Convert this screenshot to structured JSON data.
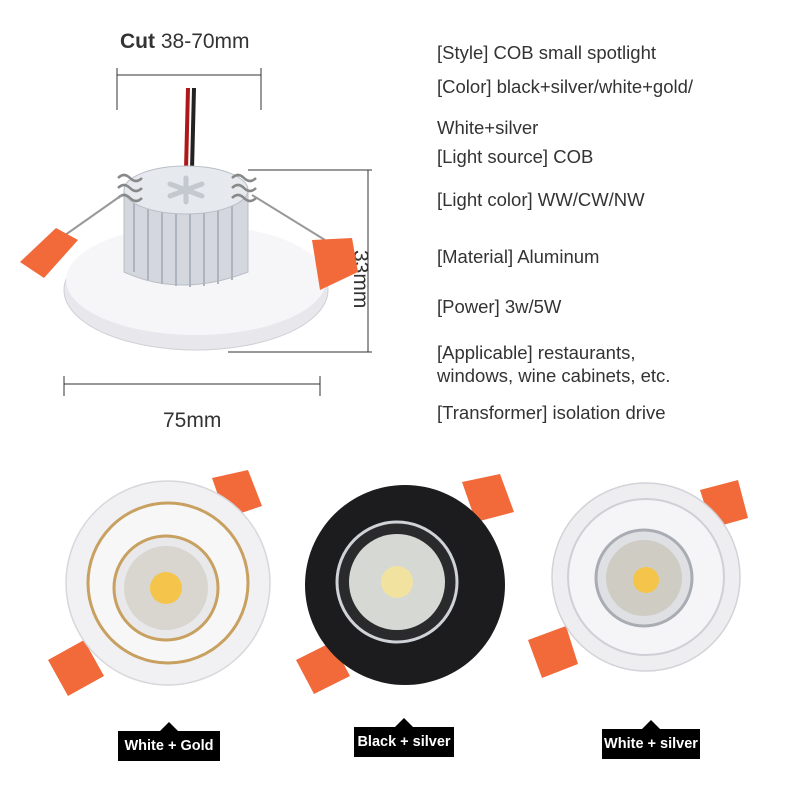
{
  "dimensions": {
    "cut_label": "Cut",
    "cut_value": "38-70mm",
    "height": "33mm",
    "diameter": "75mm"
  },
  "specs": [
    "[Style] COB small spotlight",
    "[Color] black+silver/white+gold/",
    "White+silver",
    "[Light source] COB",
    "[Light color] WW/CW/NW",
    "[Material] Aluminum",
    "[Power] 3w/5W",
    "[Applicable] restaurants,",
    "windows, wine cabinets, etc.",
    "[Transformer] isolation drive"
  ],
  "variants": [
    {
      "label": "White + Gold"
    },
    {
      "label": "Black + silver"
    },
    {
      "label": "White + silver"
    }
  ],
  "colors": {
    "clip_orange": "#f26a3a",
    "gold_ring": "#c8a060",
    "black_body": "#1c1c1e",
    "led_yellow": "#f4c54a"
  }
}
